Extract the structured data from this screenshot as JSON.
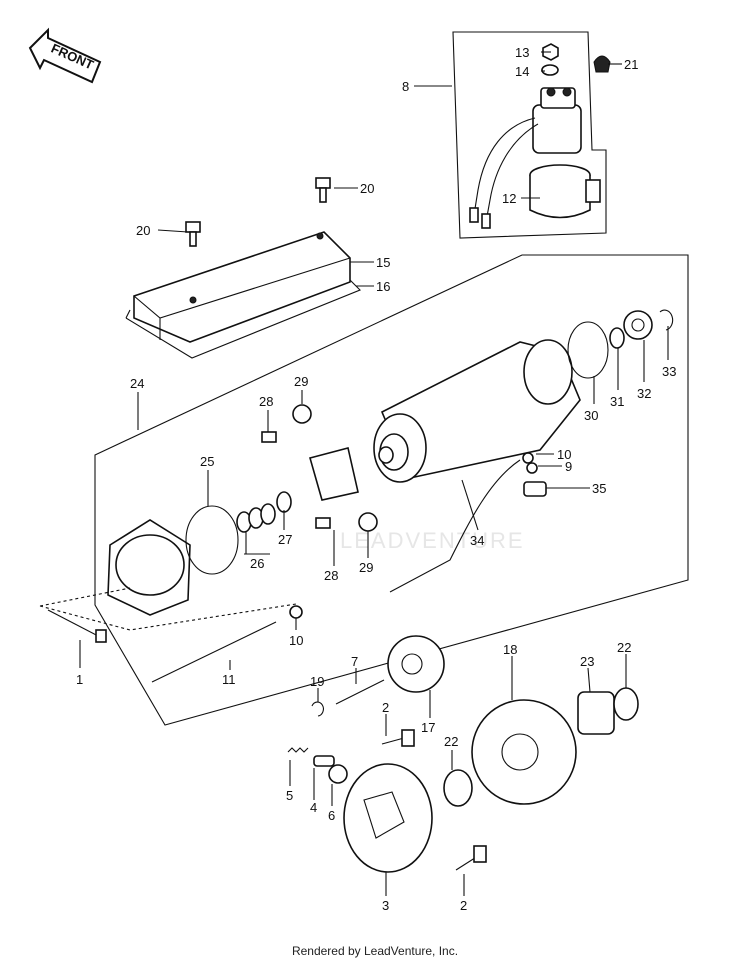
{
  "front_label": "FRONT",
  "watermark": "LEADVENTURE",
  "footer": "Rendered by LeadVenture, Inc.",
  "callouts": {
    "c1": "1",
    "c2a": "2",
    "c2b": "2",
    "c3": "3",
    "c4": "4",
    "c5": "5",
    "c6": "6",
    "c7": "7",
    "c8": "8",
    "c9": "9",
    "c10a": "10",
    "c10b": "10",
    "c11": "11",
    "c12": "12",
    "c13": "13",
    "c14": "14",
    "c15": "15",
    "c16": "16",
    "c17": "17",
    "c18": "18",
    "c19": "19",
    "c20a": "20",
    "c20b": "20",
    "c21": "21",
    "c22a": "22",
    "c22b": "22",
    "c23": "23",
    "c24": "24",
    "c25": "25",
    "c26": "26",
    "c27": "27",
    "c28a": "28",
    "c28b": "28",
    "c29a": "29",
    "c29b": "29",
    "c30": "30",
    "c31": "31",
    "c32": "32",
    "c33": "33",
    "c34": "34",
    "c35": "35"
  }
}
